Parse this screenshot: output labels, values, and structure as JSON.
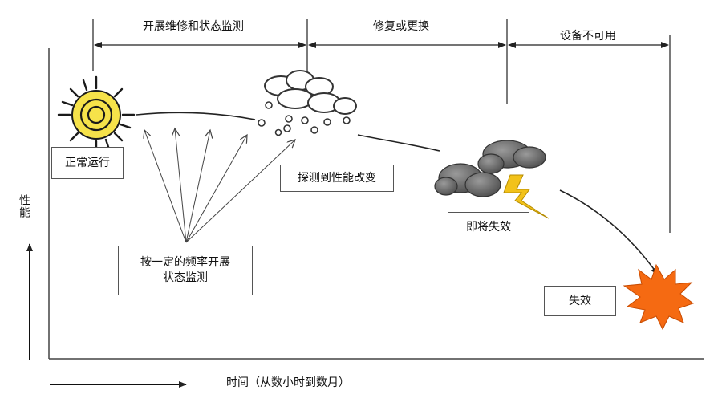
{
  "phases": {
    "monitoring": "开展维修和状态监测",
    "repair": "修复或更换",
    "unavailable": "设备不可用"
  },
  "states": {
    "normal": "正常运行",
    "detected": "探测到性能改变",
    "imminent": "即将失效",
    "failed": "失效",
    "periodic_line1": "按一定的频率开展",
    "periodic_line2": "状态监测"
  },
  "axes": {
    "y_label": "性能",
    "x_label": "时间（从数小时到数月）"
  },
  "icons": [
    "sun-icon",
    "light-cloud-icon",
    "storm-cloud-icon",
    "lightning-icon",
    "explosion-icon"
  ],
  "colors": {
    "sun": "#f6e24a",
    "storm_cloud": "#6e6e6e",
    "lightning": "#f2c21a",
    "explosion": "#f56a12"
  }
}
